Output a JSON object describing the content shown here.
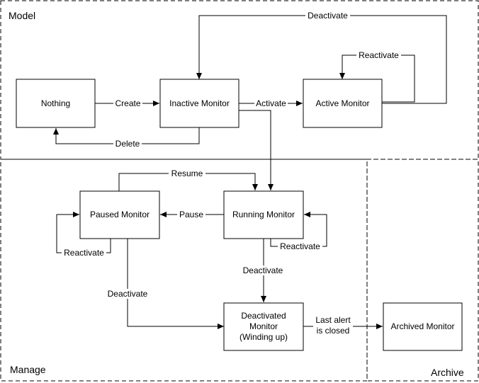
{
  "regions": {
    "model": "Model",
    "manage": "Manage",
    "archive": "Archive"
  },
  "nodes": {
    "nothing": "Nothing",
    "inactive": "Inactive Monitor",
    "active": "Active Monitor",
    "paused": "Paused Monitor",
    "running": "Running Monitor",
    "deactivated": [
      "Deactivated",
      "Monitor",
      "(Winding up)"
    ],
    "archived": "Archived Monitor"
  },
  "edges": {
    "create": "Create",
    "activate": "Activate",
    "delete": "Delete",
    "deactivate_top": "Deactivate",
    "reactivate_active": "Reactivate",
    "resume": "Resume",
    "pause": "Pause",
    "reactivate_paused": "Reactivate",
    "reactivate_running": "Reactivate",
    "deactivate_running": "Deactivate",
    "deactivate_paused": "Deactivate",
    "last_alert": [
      "Last alert",
      "is closed"
    ]
  }
}
